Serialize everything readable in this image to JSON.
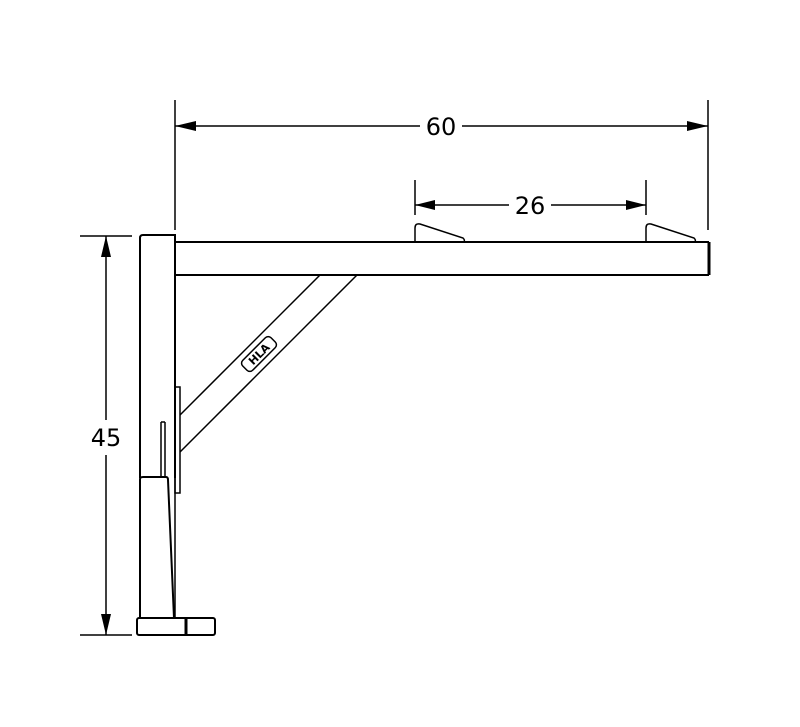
{
  "drawing": {
    "type": "technical-drawing",
    "subject": "wall-mounted bracket side view",
    "stroke_color": "#000000",
    "background_color": "#ffffff",
    "logo": "HLA",
    "dimensions": {
      "overall_width": {
        "value": "60",
        "orientation": "horizontal"
      },
      "stop_spacing": {
        "value": "26",
        "orientation": "horizontal"
      },
      "overall_height": {
        "value": "45",
        "orientation": "vertical"
      }
    }
  }
}
